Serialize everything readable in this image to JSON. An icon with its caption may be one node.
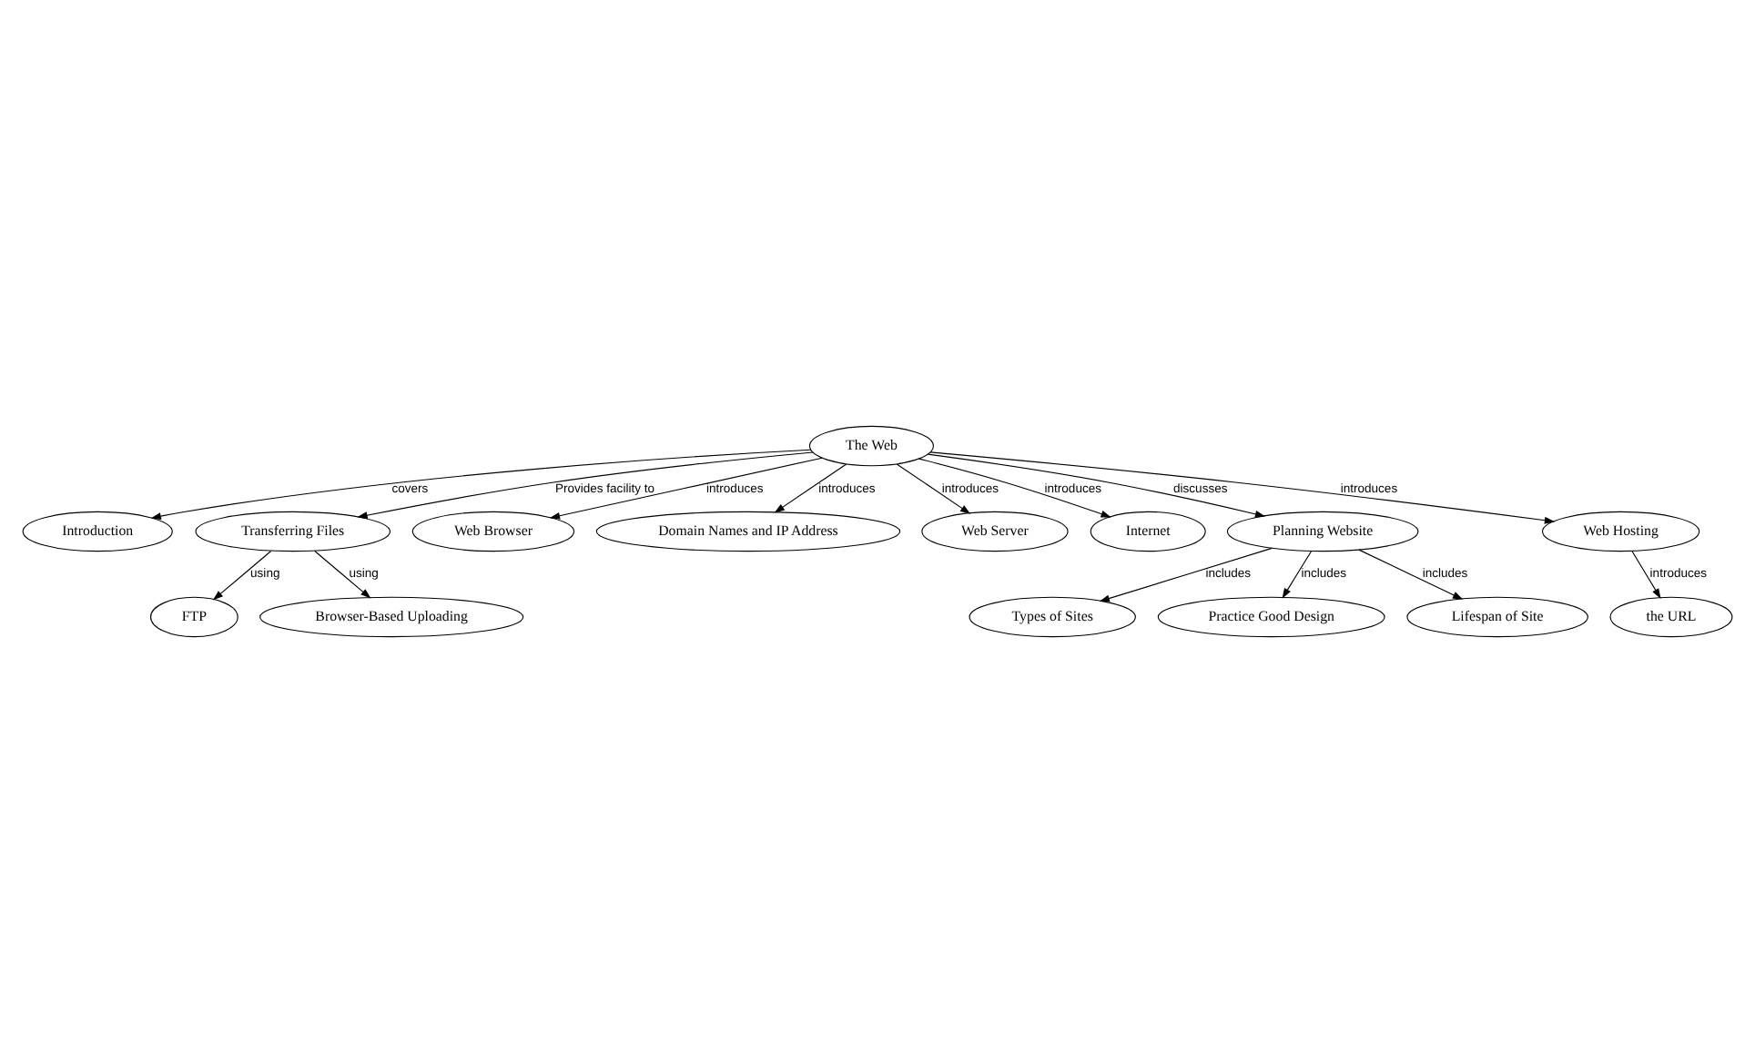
{
  "diagram": {
    "nodes": [
      {
        "text": [
          "The Web"
        ]
      },
      {
        "text": [
          "Introduction"
        ]
      },
      {
        "text": [
          "Transferring Files"
        ]
      },
      {
        "text": [
          "Web Browser"
        ]
      },
      {
        "text": [
          "FTP"
        ]
      },
      {
        "text": [
          "Domain Names and IP Address"
        ]
      },
      {
        "text": [
          "Web Server"
        ]
      },
      {
        "text": [
          "Browser-Based Uploading"
        ]
      },
      {
        "text": [
          "Internet"
        ]
      },
      {
        "text": [
          "Planning Website"
        ]
      },
      {
        "text": [
          "Web Hosting"
        ]
      },
      {
        "text": [
          "the URL"
        ]
      },
      {
        "text": [
          "Types of Sites"
        ]
      },
      {
        "text": [
          "Practice Good Design"
        ]
      },
      {
        "text": [
          "Lifespan of Site"
        ]
      }
    ],
    "edges": [
      {
        "from": 0,
        "to": 1,
        "arrow": "to",
        "label": "covers"
      },
      {
        "from": 0,
        "to": 2,
        "arrow": "to",
        "label": "Provides facility to"
      },
      {
        "from": 0,
        "to": 3,
        "arrow": "to",
        "label": "introduces"
      },
      {
        "from": 2,
        "to": 4,
        "arrow": "to",
        "label": "using"
      },
      {
        "from": 0,
        "to": 5,
        "arrow": "to",
        "label": "introduces"
      },
      {
        "from": 0,
        "to": 6,
        "arrow": "to",
        "label": "introduces"
      },
      {
        "from": 2,
        "to": 7,
        "arrow": "to",
        "label": "using"
      },
      {
        "from": 0,
        "to": 8,
        "arrow": "to",
        "label": "introduces"
      },
      {
        "from": 0,
        "to": 9,
        "arrow": "to",
        "label": "discusses"
      },
      {
        "from": 0,
        "to": 10,
        "arrow": "to",
        "label": "introduces"
      },
      {
        "from": 10,
        "to": 11,
        "arrow": "to",
        "label": "introduces"
      },
      {
        "from": 9,
        "to": 12,
        "arrow": "to",
        "label": "includes"
      },
      {
        "from": 9,
        "to": 14,
        "arrow": "to",
        "label": "includes"
      },
      {
        "from": 9,
        "to": 13,
        "arrow": "to",
        "label": "includes"
      }
    ]
  }
}
